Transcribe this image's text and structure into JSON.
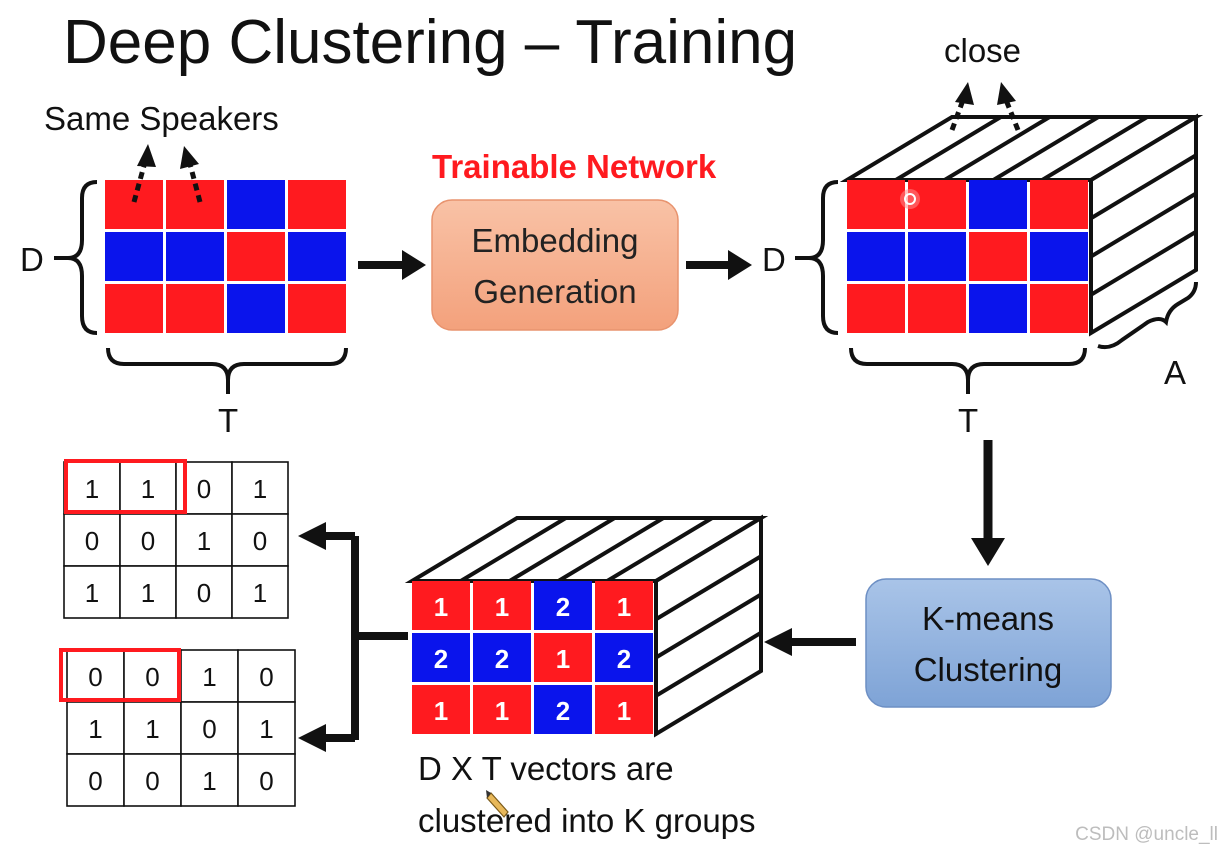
{
  "title": "Deep Clustering – Training",
  "labels": {
    "same_speakers": "Same Speakers",
    "close": "close",
    "trainable_network": "Trainable Network",
    "d_left": "D",
    "t_left": "T",
    "d_right": "D",
    "t_right": "T",
    "a_right": "A",
    "caption_line1": "D X T vectors are",
    "caption_line2": "clustered into K groups",
    "watermark": "CSDN @uncle_ll"
  },
  "embedding_box": {
    "line1": "Embedding",
    "line2": "Generation"
  },
  "kmeans_box": {
    "line1": "K-means",
    "line2": "Clustering"
  },
  "colors": {
    "red": "#ff1a1f",
    "blue": "#0a14ec",
    "title_accent": "#ff1a1f",
    "embedding_fill": "#f7b08f",
    "kmeans_fill": "#8fb1dd"
  },
  "input_grid": [
    [
      "red",
      "red",
      "blue",
      "red"
    ],
    [
      "blue",
      "blue",
      "red",
      "blue"
    ],
    [
      "red",
      "red",
      "blue",
      "red"
    ]
  ],
  "embedding_grid": [
    [
      "red",
      "red",
      "blue",
      "red"
    ],
    [
      "blue",
      "blue",
      "red",
      "blue"
    ],
    [
      "red",
      "red",
      "blue",
      "red"
    ]
  ],
  "cluster_grid": {
    "colors": [
      [
        "red",
        "red",
        "blue",
        "red"
      ],
      [
        "blue",
        "blue",
        "red",
        "blue"
      ],
      [
        "red",
        "red",
        "blue",
        "red"
      ]
    ],
    "values": [
      [
        "1",
        "1",
        "2",
        "1"
      ],
      [
        "2",
        "2",
        "1",
        "2"
      ],
      [
        "1",
        "1",
        "2",
        "1"
      ]
    ]
  },
  "mask_top": [
    [
      "1",
      "1",
      "0",
      "1"
    ],
    [
      "0",
      "0",
      "1",
      "0"
    ],
    [
      "1",
      "1",
      "0",
      "1"
    ]
  ],
  "mask_bottom": [
    [
      "0",
      "0",
      "1",
      "0"
    ],
    [
      "1",
      "1",
      "0",
      "1"
    ],
    [
      "0",
      "0",
      "1",
      "0"
    ]
  ]
}
